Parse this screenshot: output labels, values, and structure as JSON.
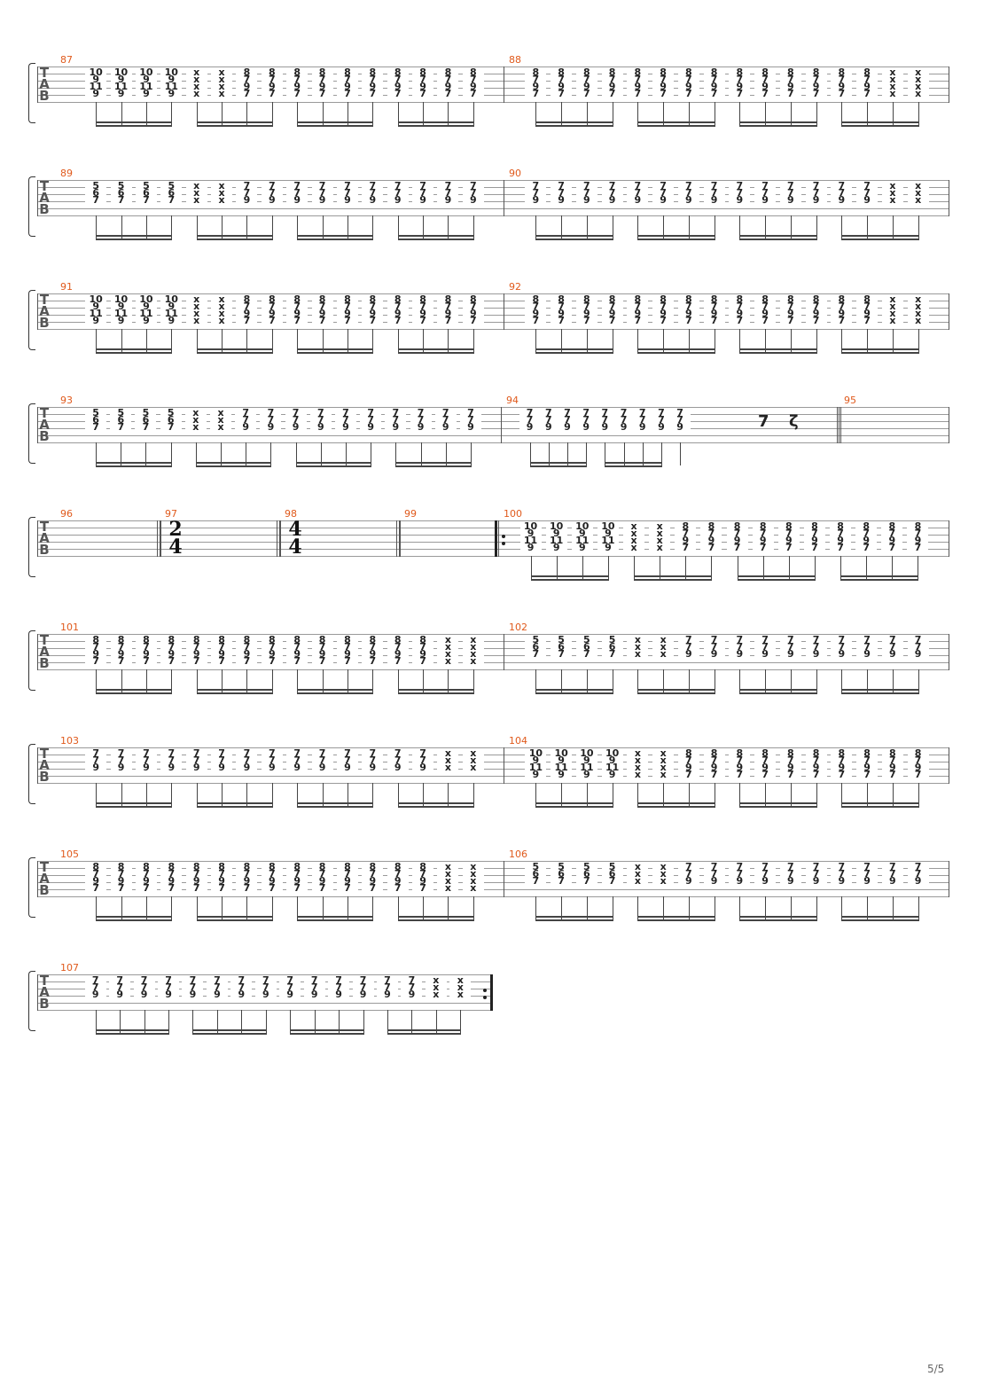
{
  "page_number": "5/5",
  "tab_label": [
    "T",
    "A",
    "B"
  ],
  "chords": {
    "A": [
      "10",
      "9",
      "11",
      "9"
    ],
    "X": [
      "x",
      "x",
      "x",
      "x"
    ],
    "B": [
      "8",
      "7",
      "9",
      "7"
    ],
    "C": [
      "5",
      "6",
      "7",
      ""
    ],
    "D": [
      "7",
      "7",
      "9",
      ""
    ],
    "XX": [
      "x",
      "x",
      "x",
      ""
    ],
    "E": [
      "10",
      "9",
      "11",
      "9"
    ]
  },
  "systems": [
    {
      "measures": [
        {
          "number": "87",
          "pattern": [
            "A",
            "A",
            "A",
            "A",
            "X",
            "X",
            "B",
            "B",
            "B",
            "B",
            "B",
            "B",
            "B",
            "B",
            "B",
            "B"
          ]
        },
        {
          "number": "88",
          "pattern": [
            "B",
            "B",
            "B",
            "B",
            "B",
            "B",
            "B",
            "B",
            "B",
            "B",
            "B",
            "B",
            "B",
            "B",
            "X",
            "X"
          ]
        }
      ]
    },
    {
      "measures": [
        {
          "number": "89",
          "pattern": [
            "C",
            "C",
            "C",
            "C",
            "XX",
            "XX",
            "D",
            "D",
            "D",
            "D",
            "D",
            "D",
            "D",
            "D",
            "D",
            "D"
          ]
        },
        {
          "number": "90",
          "pattern": [
            "D",
            "D",
            "D",
            "D",
            "D",
            "D",
            "D",
            "D",
            "D",
            "D",
            "D",
            "D",
            "D",
            "D",
            "XX",
            "XX"
          ]
        }
      ]
    },
    {
      "measures": [
        {
          "number": "91",
          "pattern": [
            "A",
            "A",
            "A",
            "A",
            "X",
            "X",
            "B",
            "B",
            "B",
            "B",
            "B",
            "B",
            "B",
            "B",
            "B",
            "B"
          ]
        },
        {
          "number": "92",
          "pattern": [
            "B",
            "B",
            "B",
            "B",
            "B",
            "B",
            "B",
            "B",
            "B",
            "B",
            "B",
            "B",
            "B",
            "B",
            "X",
            "X"
          ]
        }
      ]
    },
    {
      "measures": [
        {
          "number": "93",
          "pattern": [
            "C",
            "C",
            "C",
            "C",
            "XX",
            "XX",
            "D",
            "D",
            "D",
            "D",
            "D",
            "D",
            "D",
            "D",
            "D",
            "D"
          ]
        },
        {
          "number": "94",
          "pattern": [
            "D",
            "D",
            "D",
            "D",
            "D",
            "D",
            "D",
            "D",
            "D"
          ]
        },
        {
          "number": "95",
          "pattern": []
        }
      ]
    },
    {
      "measures": [
        {
          "number": "96",
          "pattern": []
        },
        {
          "number": "97",
          "pattern": [],
          "timesig": [
            "2",
            "4"
          ]
        },
        {
          "number": "98",
          "pattern": [],
          "timesig": [
            "4",
            "4"
          ]
        },
        {
          "number": "99",
          "pattern": []
        },
        {
          "number": "100",
          "pattern": [
            "A",
            "A",
            "A",
            "A",
            "X",
            "X",
            "B",
            "B",
            "B",
            "B",
            "B",
            "B",
            "B",
            "B",
            "B",
            "B"
          ]
        }
      ]
    },
    {
      "measures": [
        {
          "number": "101",
          "pattern": [
            "B",
            "B",
            "B",
            "B",
            "B",
            "B",
            "B",
            "B",
            "B",
            "B",
            "B",
            "B",
            "B",
            "B",
            "X",
            "X"
          ]
        },
        {
          "number": "102",
          "pattern": [
            "C",
            "C",
            "C",
            "C",
            "XX",
            "XX",
            "D",
            "D",
            "D",
            "D",
            "D",
            "D",
            "D",
            "D",
            "D",
            "D"
          ]
        }
      ]
    },
    {
      "measures": [
        {
          "number": "103",
          "pattern": [
            "D",
            "D",
            "D",
            "D",
            "D",
            "D",
            "D",
            "D",
            "D",
            "D",
            "D",
            "D",
            "D",
            "D",
            "XX",
            "XX"
          ]
        },
        {
          "number": "104",
          "pattern": [
            "A",
            "A",
            "A",
            "A",
            "X",
            "X",
            "B",
            "B",
            "B",
            "B",
            "B",
            "B",
            "B",
            "B",
            "B",
            "B"
          ]
        }
      ]
    },
    {
      "measures": [
        {
          "number": "105",
          "pattern": [
            "B",
            "B",
            "B",
            "B",
            "B",
            "B",
            "B",
            "B",
            "B",
            "B",
            "B",
            "B",
            "B",
            "B",
            "X",
            "X"
          ]
        },
        {
          "number": "106",
          "pattern": [
            "C",
            "C",
            "C",
            "C",
            "XX",
            "XX",
            "D",
            "D",
            "D",
            "D",
            "D",
            "D",
            "D",
            "D",
            "D",
            "D"
          ]
        }
      ]
    },
    {
      "measures": [
        {
          "number": "107",
          "pattern": [
            "D",
            "D",
            "D",
            "D",
            "D",
            "D",
            "D",
            "D",
            "D",
            "D",
            "D",
            "D",
            "D",
            "D",
            "XX",
            "XX"
          ]
        }
      ]
    }
  ]
}
